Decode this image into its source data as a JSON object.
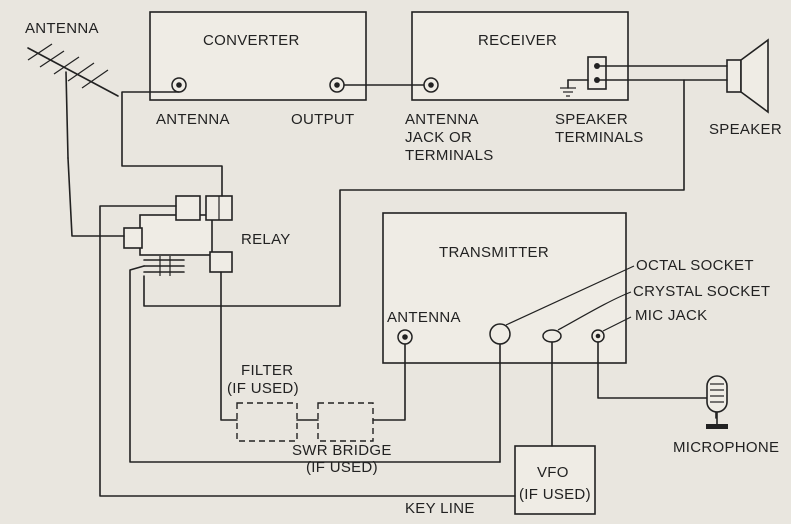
{
  "labels": {
    "antenna_title": "ANTENNA",
    "converter": "CONVERTER",
    "converter_antenna": "ANTENNA",
    "converter_output": "OUTPUT",
    "receiver": "RECEIVER",
    "receiver_jack_line1": "ANTENNA",
    "receiver_jack_line2": "JACK OR",
    "receiver_jack_line3": "TERMINALS",
    "speaker_terminals_line1": "SPEAKER",
    "speaker_terminals_line2": "TERMINALS",
    "speaker": "SPEAKER",
    "relay": "RELAY",
    "transmitter": "TRANSMITTER",
    "tx_antenna": "ANTENNA",
    "octal_socket": "OCTAL SOCKET",
    "crystal_socket": "CRYSTAL SOCKET",
    "mic_jack": "MIC JACK",
    "filter_line1": "FILTER",
    "filter_line2": "(IF USED)",
    "swr_line1": "SWR BRIDGE",
    "swr_line2": "(IF USED)",
    "microphone": "MICROPHONE",
    "vfo_line1": "VFO",
    "vfo_line2": "(IF USED)",
    "key_line": "KEY LINE"
  },
  "colors": {
    "line": "#222222",
    "paper": "#e9e6df"
  }
}
